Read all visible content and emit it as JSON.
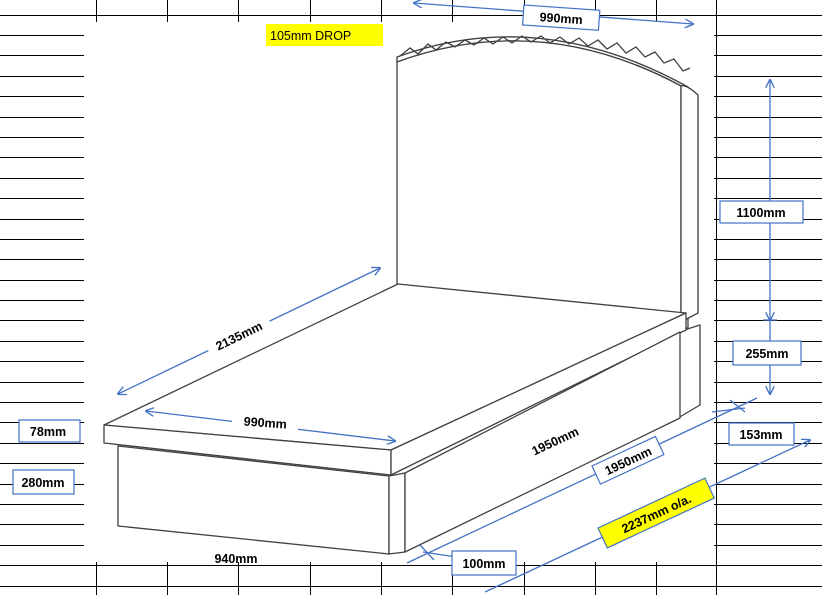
{
  "drop_note": "105mm DROP",
  "labels": {
    "headboard_width_top": "990mm",
    "headboard_height": "1100mm",
    "headboard_base_height": "255mm",
    "leg_offset": "153mm",
    "overall_length": "2237mm o/a.",
    "side_length": "1950mm",
    "top_length": "1950mm",
    "end_gap": "100mm",
    "base_width": "940mm",
    "mattress_thickness": "78mm",
    "base_height": "280mm",
    "platform_width": "990mm",
    "platform_diagonal": "2135mm"
  },
  "colors": {
    "highlight": "#ffff00",
    "dimension_line": "#4472c4",
    "outline": "#404040"
  }
}
